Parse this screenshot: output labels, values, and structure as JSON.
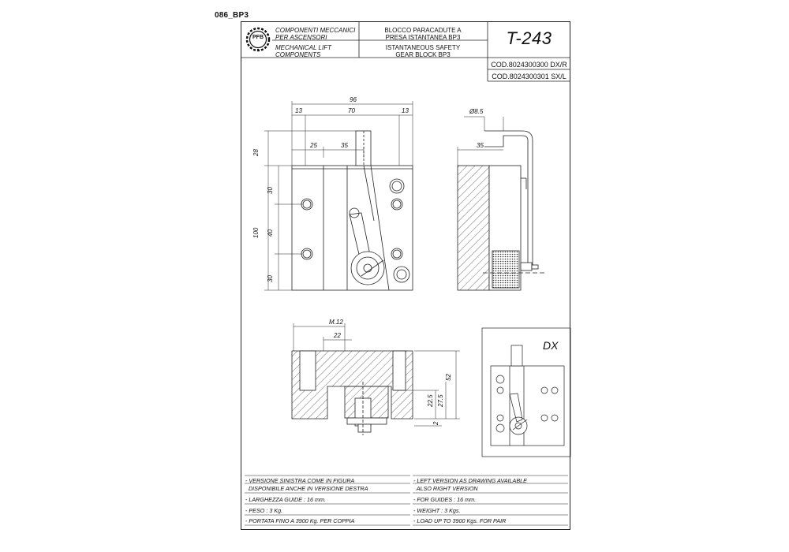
{
  "sheet": {
    "id": "086_BP3"
  },
  "header": {
    "company_it_1": "COMPONENTI MECCANICI",
    "company_it_2": "PER ASCENSORI",
    "company_en_1": "MECHANICAL LIFT",
    "company_en_2": "COMPONENTS",
    "logo_text": "PFB",
    "title_it_1": "BLOCCO PARACADUTE A",
    "title_it_2": "PRESA ISTANTANEA BP3",
    "title_en_1": "ISTANTANEOUS SAFETY",
    "title_en_2": "GEAR BLOCK BP3",
    "drawing_no": "T-243",
    "code_dx": "COD.8024300300 DX/R",
    "code_sx": "COD.8024300301 SX/L"
  },
  "dimensions": {
    "d96": "96",
    "d13a": "13",
    "d70": "70",
    "d13b": "13",
    "d25": "25",
    "d35a": "35",
    "d28": "28",
    "d100": "100",
    "d30a": "30",
    "d40": "40",
    "d30b": "30",
    "d_phi": "Ø8.5",
    "d35b": "35",
    "d_m12": "M.12",
    "d22": "22",
    "d52": "52",
    "d27_5": "27.5",
    "d22_5": "22.5",
    "d2": "2"
  },
  "detail": {
    "label": "DX"
  },
  "notes_it": [
    "- VERSIONE SINISTRA COME IN FIGURA",
    "  DISPONIBILE ANCHE IN VERSIONE DESTRA",
    "- LARGHEZZA GUIDE : 16 mm.",
    "- PESO : 3 Kg.",
    "- PORTATA FINO A 3900 Kg. PER COPPIA"
  ],
  "notes_en": [
    "- LEFT VERSION AS DRAWING AVAILABLE",
    "  ALSO RIGHT VERSION",
    "- FOR GUIDES : 16 mm.",
    "- WEIGHT : 3 Kgs.",
    "- LOAD UP TO 3900 Kgs. FOR PAIR"
  ]
}
